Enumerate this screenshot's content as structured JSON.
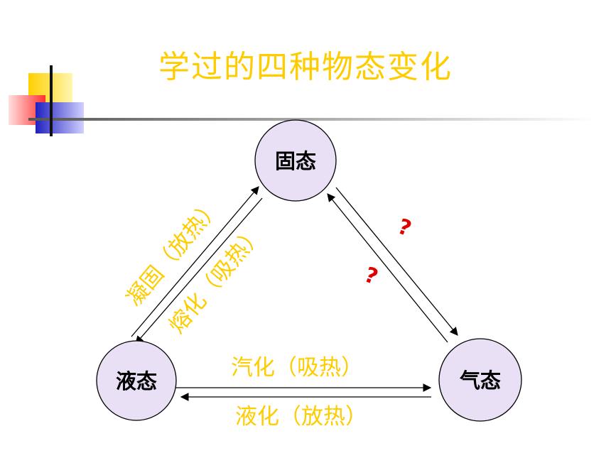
{
  "slide": {
    "title": "学过的四种物态变化",
    "nodes": {
      "solid": "固态",
      "liquid": "液态",
      "gas": "气态"
    },
    "transitions": {
      "solidification": "凝固（放热）",
      "melting": "熔化（吸热）",
      "vaporization": "汽化（吸热）",
      "liquefaction": "液化（放热）",
      "unknown_1": "?",
      "unknown_2": "?"
    },
    "colors": {
      "title": "#ffcc00",
      "edge_label": "#ffcc00",
      "node_fill": "#e9e0f5",
      "question_mark": "#e00000"
    }
  }
}
